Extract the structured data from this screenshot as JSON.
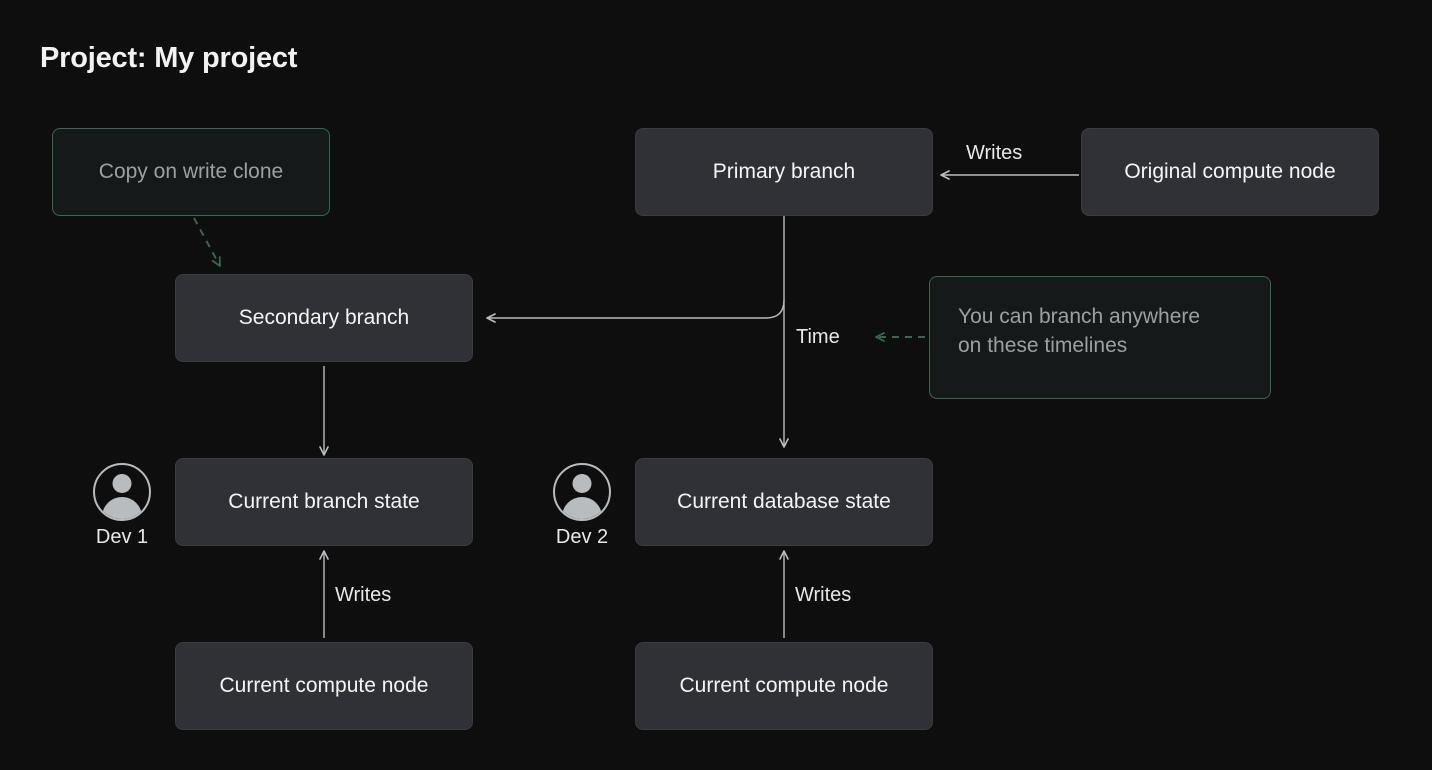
{
  "page": {
    "title": "Project: My project",
    "background_color": "#0e0e0e"
  },
  "colors": {
    "accent_green": "#2f6c4d",
    "node_fill": "#2f3136",
    "callout_fill": "#15191a",
    "edge_stroke": "#b9bcbe",
    "text_primary": "#f5f5f5",
    "text_muted": "#9aa0a3"
  },
  "nodes": {
    "copy_on_write_clone": {
      "label": "Copy on write clone",
      "style": "callout"
    },
    "primary_branch": {
      "label": "Primary branch",
      "style": "solid"
    },
    "original_compute_node": {
      "label": "Original compute node",
      "style": "solid"
    },
    "secondary_branch": {
      "label": "Secondary branch",
      "style": "solid"
    },
    "branch_anywhere_note": {
      "line1": "You can branch anywhere",
      "line2": "on these timelines",
      "style": "callout"
    },
    "current_branch_state": {
      "label": "Current branch state",
      "style": "solid"
    },
    "current_database_state": {
      "label": "Current database state",
      "style": "solid"
    },
    "current_compute_node_left": {
      "label": "Current compute node",
      "style": "solid"
    },
    "current_compute_node_right": {
      "label": "Current compute node",
      "style": "solid"
    }
  },
  "edge_labels": {
    "writes_top": "Writes",
    "time": "Time",
    "writes_left": "Writes",
    "writes_right": "Writes"
  },
  "avatars": [
    {
      "label": "Dev 1",
      "icon": "user-avatar-icon"
    },
    {
      "label": "Dev 2",
      "icon": "user-avatar-icon"
    }
  ]
}
